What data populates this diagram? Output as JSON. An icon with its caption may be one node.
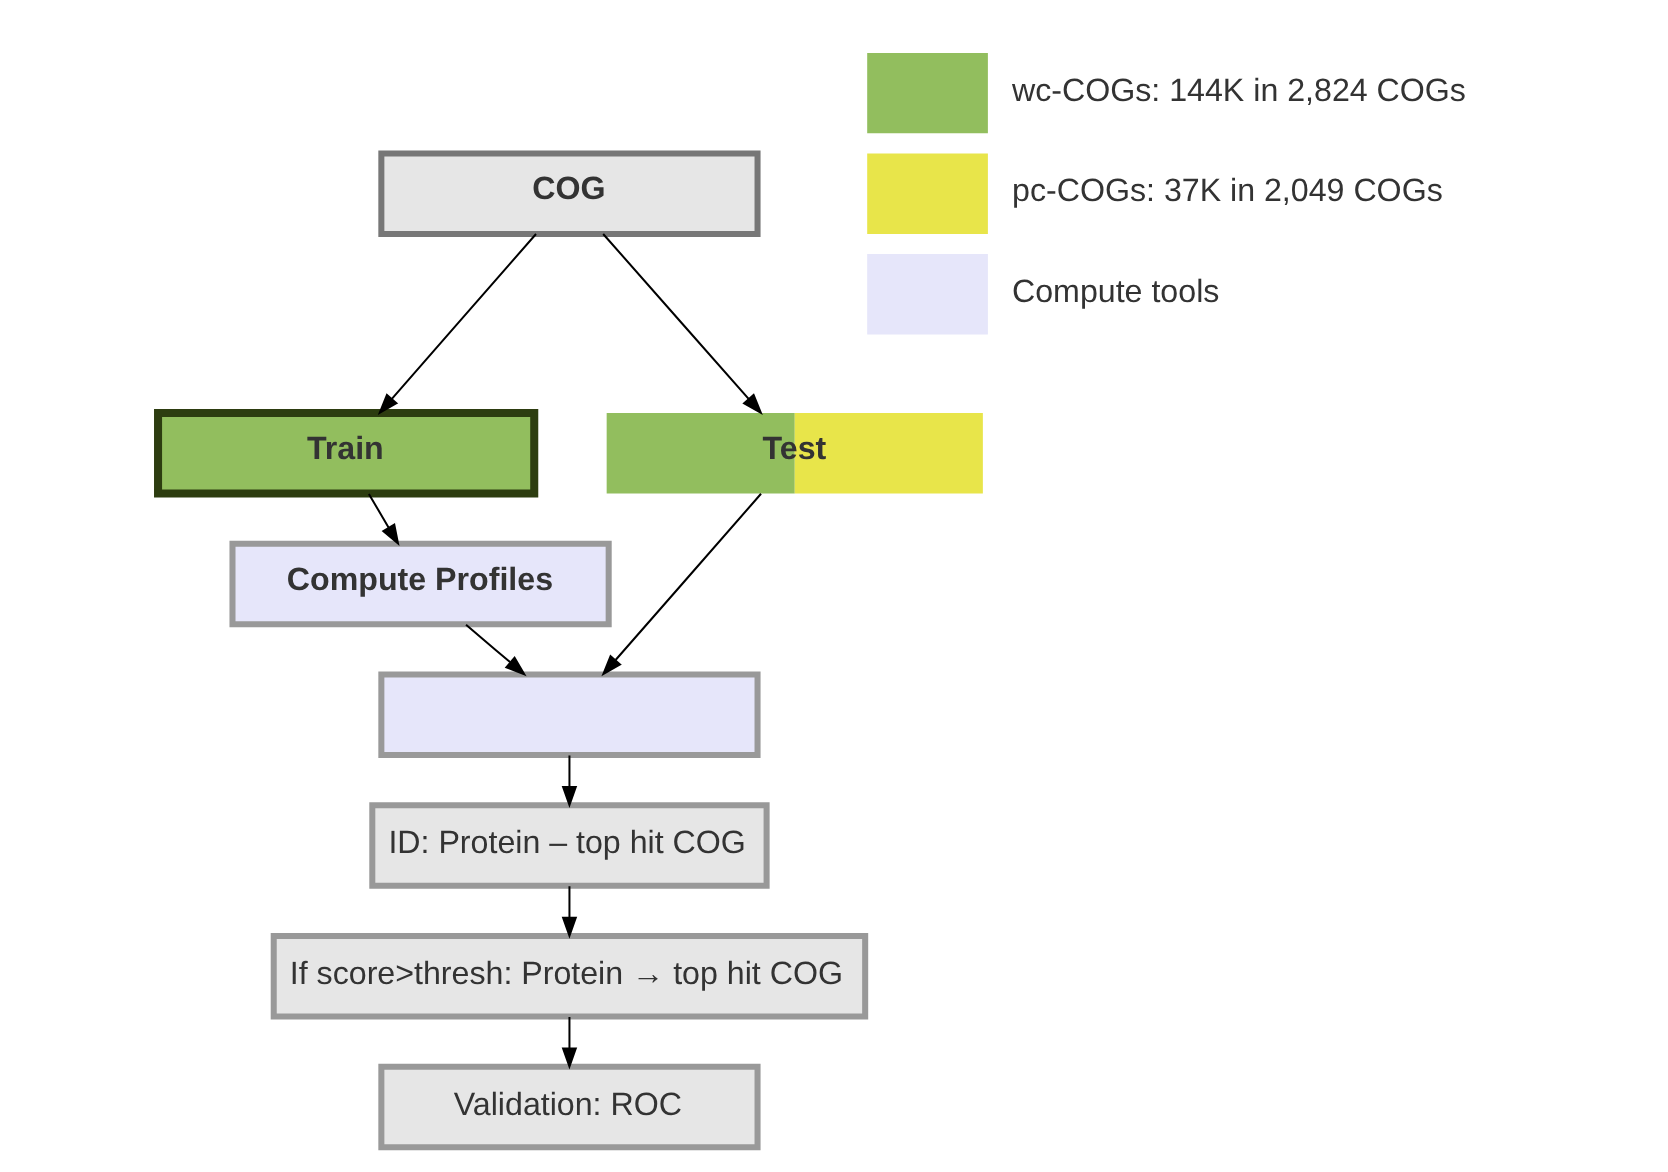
{
  "diagram": {
    "nodes": [
      {
        "text": [
          "COG"
        ]
      },
      {
        "text": [
          "Train"
        ]
      },
      {
        "text": [
          "Test"
        ]
      },
      {
        "text": [
          "Compute Profiles"
        ]
      },
      {
        "text": [],
        "shape": "box"
      },
      {
        "text": [
          "ID: Protein – top hit COG"
        ]
      },
      {
        "text": [
          "If score>thresh: Protein → top hit COG"
        ]
      },
      {
        "text": [
          "Validation: ROC"
        ]
      }
    ],
    "edges": [
      {
        "from": 0,
        "to": 1,
        "arrow": "to"
      },
      {
        "from": 0,
        "to": 2,
        "arrow": "to"
      },
      {
        "from": 1,
        "to": 3,
        "arrow": "to"
      },
      {
        "from": 3,
        "to": 4,
        "arrow": "to"
      },
      {
        "from": 2,
        "to": 4,
        "arrow": "to"
      },
      {
        "from": 4,
        "to": 5,
        "arrow": "to"
      },
      {
        "from": 5,
        "to": 6,
        "arrow": "to"
      },
      {
        "from": 6,
        "to": 7,
        "arrow": "to"
      }
    ],
    "legend": [
      {
        "text": "wc-COGs: 144K in 2,824 COGs",
        "color": "#92be5e"
      },
      {
        "text": "pc-COGs: 37K in 2,049 COGs",
        "color": "#e8e54a"
      },
      {
        "text": "Compute tools",
        "color": "#e6e6fa"
      }
    ]
  }
}
